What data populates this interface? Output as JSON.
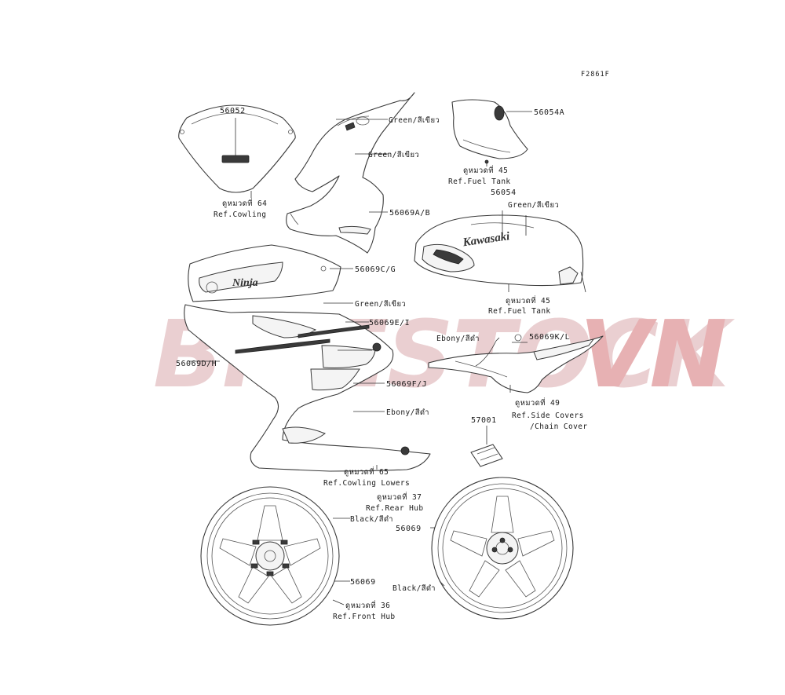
{
  "figure_id": "F2861F",
  "watermark": {
    "part1": "BIKESTOCK",
    "part2": "VN",
    "color1": "#e7c7c9",
    "color2": "#e3a4a6"
  },
  "callouts": {
    "windshield": {
      "part_no": "56052",
      "ref_th": "ดูหมวดที่ 64",
      "ref_en": "Ref.Cowling"
    },
    "upper_cowl": {
      "color": "Green/สีเขียว",
      "part_no": "56069A/B"
    },
    "tank_cover_top": {
      "color": "Green/สีเขียว",
      "part_no": "56054A",
      "ref_th": "ดูหมวดที่ 45",
      "ref_en": "Ref.Fuel Tank"
    },
    "tank": {
      "part_no": "56054",
      "color": "Green/สีเขียว",
      "ref_th": "ดูหมวดที่ 45",
      "ref_en": "Ref.Fuel Tank"
    },
    "side_cowl": {
      "part_no_cg": "56069C/G",
      "color": "Green/สีเขียว",
      "part_no_ei": "56069E/I",
      "part_no_dh": "56069D/H",
      "part_no_fj": "56069F/J"
    },
    "lower_cowl": {
      "color": "Ebony/สีดำ",
      "ref_th": "ดูหมวดที่ 65",
      "ref_en": "Ref.Cowling Lowers"
    },
    "side_cover": {
      "color": "Ebony/สีดำ",
      "part_no": "56069K/L",
      "ref_th": "ดูหมวดที่ 49",
      "ref_en1": "Ref.Side Covers",
      "ref_en2": "/Chain Cover"
    },
    "clip": {
      "part_no": "57001"
    },
    "rear_wheel": {
      "ref_th": "ดูหมวดที่ 37",
      "ref_en": "Ref.Rear Hub",
      "part_no": "56069",
      "color": "Black/สีดำ"
    },
    "front_wheel": {
      "color": "Black/สีดำ",
      "part_no": "56069",
      "ref_th": "ดูหมวดที่ 36",
      "ref_en": "Ref.Front Hub"
    }
  },
  "decals": {
    "brand": "Kawasaki",
    "model": "Ninja"
  }
}
